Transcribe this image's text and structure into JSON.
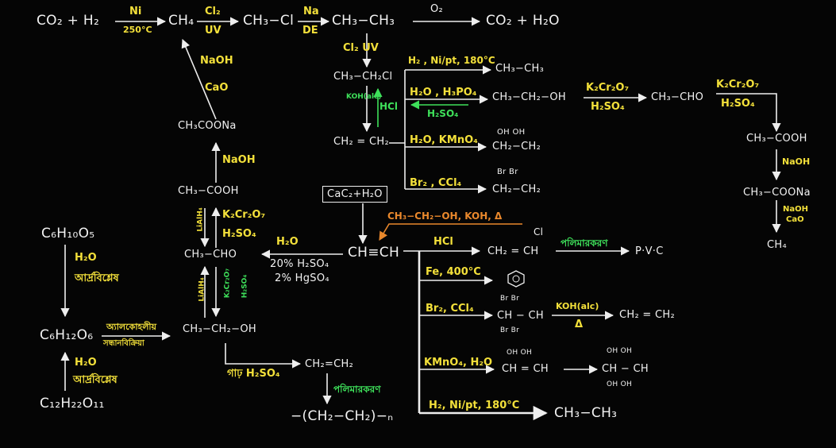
{
  "colors": {
    "background": "#050505",
    "compound": "#f2f2f2",
    "reagent": "#f3e03a",
    "reverse_reagent": "#3ee05a",
    "alkali_reagent": "#e9882c"
  },
  "compounds": {
    "co2_h2": "CO₂ + H₂",
    "ch4_top": "CH₄",
    "ch3cl": "CH₃−Cl",
    "ethane_top": "CH₃−CH₃",
    "co2_h2o": "CO₂ + H₂O",
    "ch3ch2cl": "CH₃−CH₂Cl",
    "ethene_mid": "CH₂ = CH₂",
    "ethane_h2": "CH₃−CH₃",
    "ethanol_right": "CH₃−CH₂−OH",
    "acetaldehyde_right": "CH₃−CHO",
    "acetic_acid_right": "CH₃−COOH",
    "sodium_acetate_right": "CH₃−COONa",
    "ch4_right": "CH₄",
    "glycol_oh": "OH     OH",
    "glycol": "CH₂−CH₂",
    "dibromo_br": "Br      Br",
    "dibromo": "CH₂−CH₂",
    "sodium_acetate_left": "CH₃COONa",
    "acetic_acid_left": "CH₃−COOH",
    "acetaldehyde_left": "CH₃−CHO",
    "ethanol_left": "CH₃−CH₂−OH",
    "cac2": "CaC₂+H₂O",
    "acetylene": "CH≡CH",
    "starch": "C₆H₁₀O₅",
    "glucose": "C₆H₁₂O₆",
    "sucrose": "C₁₂H₂₂O₁₁",
    "vinyl_cl": "Cl",
    "vinyl_chloride": "CH₂ = CH",
    "pvc": "P·V·C",
    "benzene": "⬡",
    "tetrabromo_top": "Br   Br",
    "tetrabromo": "CH − CH",
    "tetrabromo_bottom": "Br   Br",
    "ethene_from_br": "CH₂ = CH₂",
    "diol_oh": "OH   OH",
    "enediol": "CH = CH",
    "tetraol_top": "OH  OH",
    "tetraol": "CH − CH",
    "tetraol_bottom": "OH  OH",
    "ethane_bottom": "CH₃−CH₃",
    "ethene_bottom": "CH₂=CH₂",
    "polyethene": "−(CH₂−CH₂)−ₙ"
  },
  "reagents": {
    "ni_250": "Ni",
    "ni_250_b": "250°C",
    "cl2_uv": "Cl₂",
    "cl2_uv_b": "UV",
    "na_dry": "Na",
    "na_dry_b": "DE",
    "o2": "O₂",
    "cl2_uv_down": "Cl₂ UV",
    "naoh": "NaOH",
    "cao": "CaO",
    "h2_ni": "H₂ , Ni/pt, 180°C",
    "h2o_h3po4": "H₂O , H₃PO₄",
    "h2so4_green": "H₂SO₄",
    "k2cr2o7_a": "K₂Cr₂O₇",
    "h2so4_a": "H₂SO₄",
    "k2cr2o7_b": "K₂Cr₂O₇",
    "h2so4_b": "H₂SO₄",
    "naoh_right": "NaOH",
    "naoh_cao_right": "NaOH",
    "cao_right": "CaO",
    "hcl_green": "HCl",
    "koh_alc_green": "KOH(alc)",
    "h2o_kmno4": "H₂O, KMnO₄",
    "br2_ccl4": "Br₂ , CCl₄",
    "naoh_left": "NaOH",
    "k2cr2o7_left": "K₂Cr₂O₇",
    "h2so4_left": "H₂SO₄",
    "lialh4_up": "LiAlH₄",
    "lialh4_down": "LiAlH₄",
    "k2cr2o7_green": "K₂Cr₂O₇",
    "h2so4_green2": "H₂SO₄",
    "h2o_left": "H₂O",
    "h2so4_20": "20% H₂SO₄",
    "hgso4_2": "2% HgSO₄",
    "ch3ch2oh_koh": "CH₃−CH₂−OH, KOH, Δ",
    "hcl_top": "HCl",
    "polymerize_1": "পলিমারকরণ",
    "fe_400": "Fe, 400°C",
    "br2_ccl4_b": "Br₂, CCl₄",
    "koh_alc": "KOH(alc)",
    "delta": "Δ",
    "kmno4_h2o": "KMnO₄, H₂O",
    "h2_ni_b": "H₂, Ni/pt, 180°C",
    "h2o_starch": "H₂O",
    "hydrolysis_a": "আর্দ্রবিশ্লেষ",
    "fermentation_a": "অ্যালকোহলীয়",
    "fermentation_b": "সন্ধানবিক্রিয়া",
    "h2o_sucrose": "H₂O",
    "hydrolysis_b": "আর্দ্রবিশ্লেষ",
    "conc_h2so4": "গাঢ় H₂SO₄",
    "polymerize_2": "পলিমারকরণ"
  }
}
